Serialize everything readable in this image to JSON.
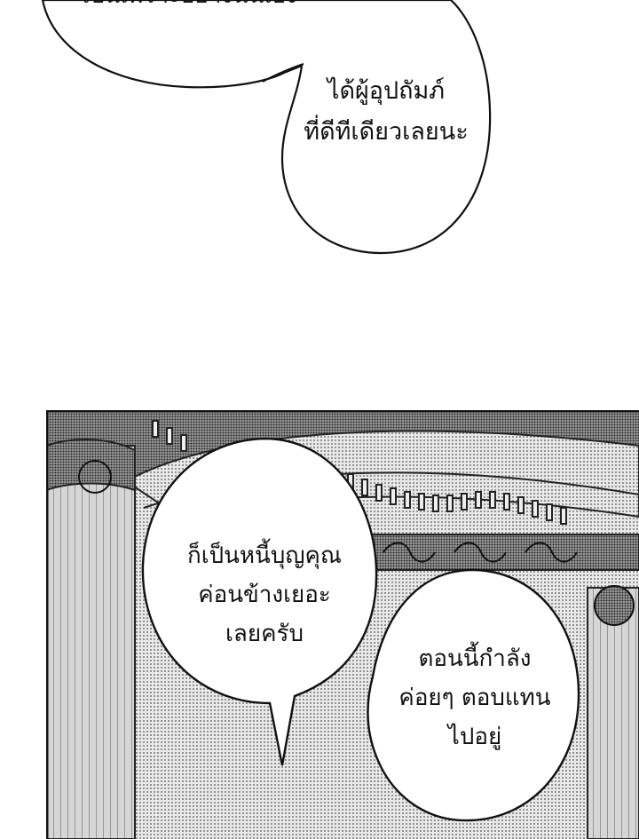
{
  "page_background": "#ffffff",
  "ink_color": "#111111",
  "bubbles": {
    "top_fragment": "ไปนี่เพราะอย่างนั้นเอง",
    "top_right": {
      "line1": "ได้ผู้อุปถัมภ์",
      "line2": "ที่ดีทีเดียวเลยนะ"
    },
    "panel_left": {
      "line1": "ก็เป็นหนี้บุญคุณ",
      "line2": "ค่อนข้างเยอะ",
      "line3": "เลยครับ"
    },
    "panel_right": {
      "line1": "ตอนนี้กำลัง",
      "line2": "ค่อยๆ ตอบแทน",
      "line3": "ไปอยู่"
    }
  }
}
